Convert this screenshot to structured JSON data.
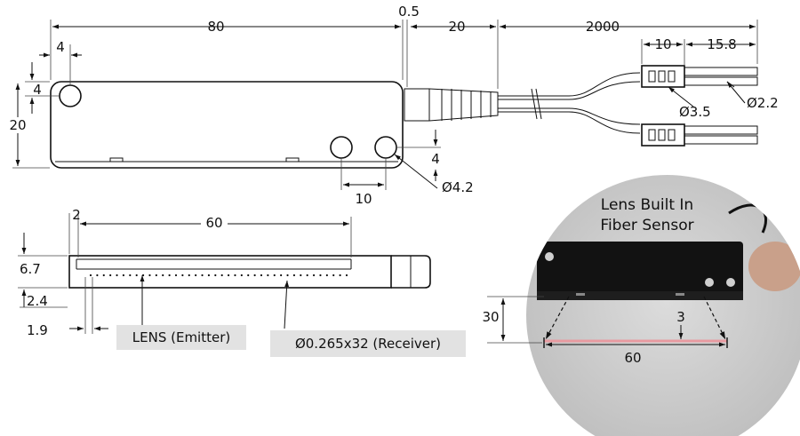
{
  "dimensions": {
    "top_length": "80",
    "gap": "0.5",
    "strain_relief": "20",
    "cable_length": "2000",
    "connector_length": "10",
    "pin_length": "15.8",
    "hole_inset_x": "4",
    "hole_inset_y": "4",
    "body_height": "20",
    "hole_spacing": "10",
    "hole_bottom": "4",
    "hole_diameter": "Ø4.2",
    "connector_diameter": "Ø3.5",
    "pin_diameter": "Ø2.2",
    "lens_offset": "2",
    "lens_span": "60",
    "width": "6.7",
    "lens_height": "2.4",
    "lens_margin": "1.9",
    "receiver_spec": "Ø0.265x32 (Receiver)",
    "lens_label": "LENS (Emitter)"
  },
  "photo": {
    "title_line1": "Lens Built In",
    "title_line2": "Fiber Sensor",
    "distance": "30",
    "beam_height": "3",
    "beam_width": "60"
  }
}
